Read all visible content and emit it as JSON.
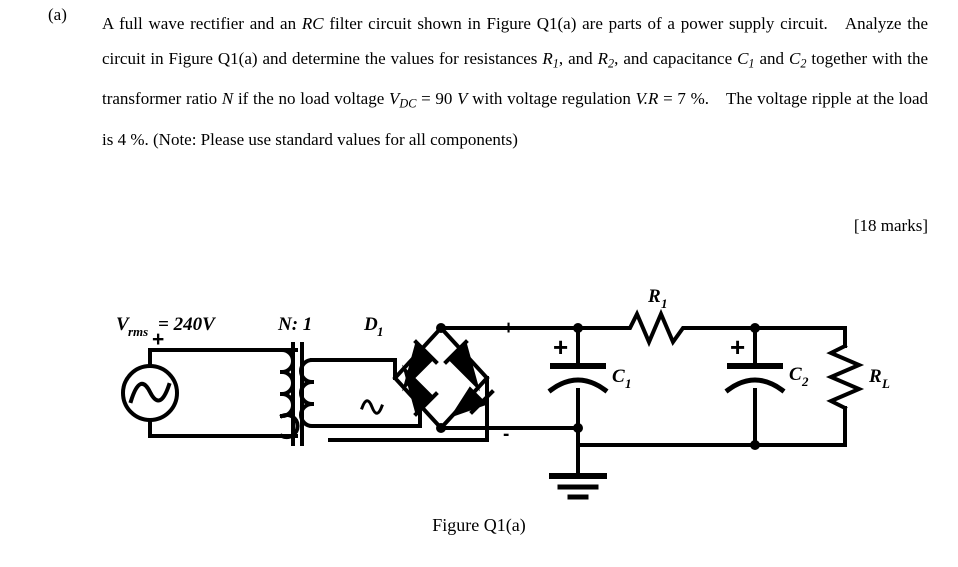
{
  "question": {
    "label": "(a)",
    "paragraph_1": "A full wave rectifier and an RC filter circuit shown in Figure Q1(a) are parts of a power supply circuit. Analyze the circuit in Figure Q1(a) and determine the values for resistances R₁, and R₂, and capacitance C₁ and C₂ together with the transformer ratio N if the no load voltage VDC = 90 V with voltage regulation V.R = 7 %. The voltage ripple at the load is 4 %. (Note: Please use standard values for all components)",
    "marks": "[18 marks]"
  },
  "text_tokens": {
    "t1": "A full wave rectifier and an ",
    "t2": "RC",
    "t3": " filter circuit shown in Figure Q1(a) are parts of a power supply circuit.",
    "t4": "Analyze the circuit in Figure Q1(a) and determine the values for resistances ",
    "t5": "R",
    "t5sub": "1",
    "t6": ", and ",
    "t7": "R",
    "t7sub": "2",
    "t8": ", and capacitance ",
    "t9": "C",
    "t9sub": "1",
    "t10": " and ",
    "t11": "C",
    "t11sub": "2",
    "t12": " together with the transformer ratio ",
    "t13": "N",
    "t14": " if the no load voltage ",
    "t15": "V",
    "t15sub": "DC",
    "t16": " = 90 ",
    "t17": "V",
    "t18": " with voltage regulation ",
    "t19": "V.R",
    "t20": " =  7 %.",
    "t21": "The voltage ripple at the load is 4 %. (Note: Please use standard values for all components)"
  },
  "figure": {
    "caption": "Figure Q1(a)",
    "labels": {
      "source": {
        "symbol": "V",
        "subscript": "rms",
        "value": "= 240V"
      },
      "turns_ratio": "N: 1",
      "diode_bridge": {
        "symbol": "D",
        "subscript": "1"
      },
      "resistor_1": {
        "symbol": "R",
        "subscript": "1"
      },
      "capacitor_1": {
        "symbol": "C",
        "subscript": "1"
      },
      "capacitor_2": {
        "symbol": "C",
        "subscript": "2"
      },
      "load_resistor": {
        "symbol": "R",
        "subscript": "L"
      },
      "polarity_plus_source": "+",
      "polarity_plus_bridge": "+",
      "polarity_minus_bridge": "-",
      "polarity_plus_c1": "+",
      "polarity_plus_c2": "+"
    },
    "components": [
      "ac-voltage-source",
      "transformer",
      "diode-bridge-rectifier",
      "capacitor-c1",
      "resistor-r1",
      "capacitor-c2",
      "load-resistor-rl",
      "ground"
    ],
    "stroke_color": "#000000",
    "background_color": "#ffffff"
  }
}
